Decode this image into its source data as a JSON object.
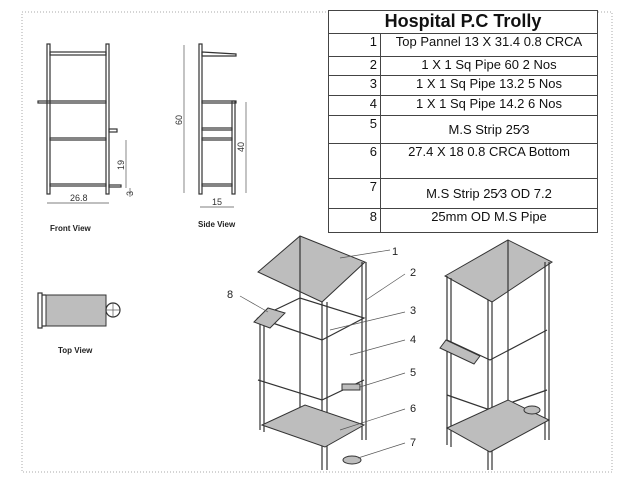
{
  "title": "Hospital P.C Trolly",
  "bom": [
    {
      "no": "1",
      "desc": "Top Pannel 13 X 31.4  0.8 CRCA"
    },
    {
      "no": "2",
      "desc": "1 X 1 Sq Pipe 60  2 Nos"
    },
    {
      "no": "3",
      "desc": "1 X 1 Sq Pipe 13.2   5 Nos"
    },
    {
      "no": "4",
      "desc": "1 X 1 Sq Pipe 14.2   6 Nos"
    },
    {
      "no": "5",
      "desc": "M.S Strip 25⁄3"
    },
    {
      "no": "6",
      "desc": "27.4 X 18  0.8 CRCA Bottom"
    },
    {
      "no": "7",
      "desc": "M.S Strip 25⁄3  OD 7.2"
    },
    {
      "no": "8",
      "desc": "25mm OD M.S Pipe"
    }
  ],
  "views": {
    "front": "Front View",
    "side": "Side View",
    "top": "Top View"
  },
  "dimensions": {
    "front_width": "26.8",
    "front_height": "19",
    "front_offset": "3",
    "side_height": "60",
    "side_lower": "40",
    "side_depth": "15"
  },
  "callouts": [
    "1",
    "2",
    "3",
    "4",
    "5",
    "6",
    "7",
    "8"
  ]
}
